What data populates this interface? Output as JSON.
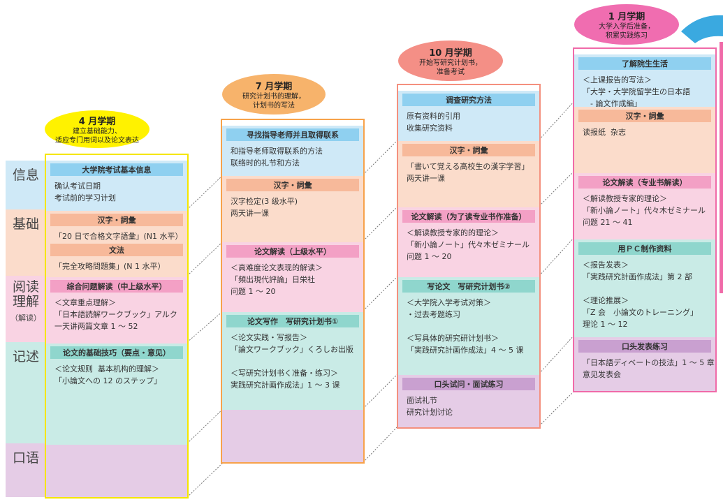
{
  "colors": {
    "info": "#cfe9f7",
    "info_bar": "#8fd0f0",
    "basic": "#fbdccb",
    "basic_bar": "#f7b99a",
    "read": "#f9d3e3",
    "read_bar": "#f3a0c5",
    "write": "#c9ebe6",
    "write_bar": "#8fd6cd",
    "oral": "#e5cce6",
    "oral_bar": "#c9a0d0"
  },
  "categories": [
    {
      "label": "信息",
      "sub": ""
    },
    {
      "label": "基础",
      "sub": ""
    },
    {
      "label": "阅读\n理解",
      "sub": "（解读）"
    },
    {
      "label": "记述",
      "sub": ""
    },
    {
      "label": "口语",
      "sub": ""
    }
  ],
  "terms": [
    {
      "title": "4 月学期",
      "subtitle": "建立基础能力、\n适应专门用词以及论文表达",
      "bubble_color": "#fff200",
      "border_color": "#f5e600",
      "sections": [
        {
          "heading": "大学院考试基本信息",
          "text": "确认考试日期\n考试前的学习计划"
        },
        {
          "heading": "汉字・詞彙",
          "text": "「20 日で合格文字語彙」(N1 水平）"
        },
        {
          "heading": "文法",
          "text": "「完全攻略問題集」(N 1 水平）"
        },
        {
          "heading": "综合问题解读（中上级水平）",
          "text": "＜文章重点理解＞\n「日本語読解ワークブック」アルク\n一天讲两篇文章 1 ～ 52"
        },
        {
          "heading": "论文的基础技巧（要点・意见）",
          "text": "＜论文规则  基本机构的理解＞\n「小論文への 12 のステップ」"
        },
        {
          "heading": "",
          "text": ""
        }
      ]
    },
    {
      "title": "7 月学期",
      "subtitle": "研究计划书的理解，\n计划书的写法",
      "bubble_color": "#f7b36b",
      "border_color": "#f7a24a",
      "sections": [
        {
          "heading": "寻找指导老师并且取得联系",
          "text": "和指导老师取得联系的方法\n联络时的礼节和方法"
        },
        {
          "heading": "汉字・詞彙",
          "text": "汉字检定(3 级水平)\n两天讲一课"
        },
        {
          "heading": "论文解读（上级水平）",
          "text": "＜高难度论文表现的解读＞\n「頻出現代評論」日栄社\n问题 1 ～ 20"
        },
        {
          "heading": "论文写作　写研究计划书①",
          "text": "＜论文实践・写报告＞\n「論文ワークブック」くろしお出版\n\n＜写研究计划书く准备・练习＞\n実践研究計画作成法」1 ～ 3 课"
        },
        {
          "heading": "",
          "text": ""
        }
      ]
    },
    {
      "title": "10 月学期",
      "subtitle": "开始写研究计划书，\n准备考试",
      "bubble_color": "#f48f86",
      "border_color": "#f4907e",
      "sections": [
        {
          "heading": "调查研究方法",
          "text": "原有资料的引用\n收集研究资料"
        },
        {
          "heading": "汉字・詞彙",
          "text": "「書いて覚える高校生の漢字学習」\n两天讲一课"
        },
        {
          "heading": "论文解读（为了读专业书作准备）",
          "text": "＜解读教授专家的的理论＞\n「新小論ノート」代々木ゼミナール\n问题 1 ～ 20"
        },
        {
          "heading": "写论文　写研究计划书②",
          "text": "＜大学院入学考试对策＞\n・过去考题练习\n\n＜写具体的研究研计划书＞\n「実践研究計画作成法」4 ～ 5 课"
        },
        {
          "heading": "口头试问・面试练习",
          "text": "面试礼节\n研究计划讨论"
        }
      ]
    },
    {
      "title": "1 月学期",
      "subtitle": "大学入学后准备，\n积累实践练习",
      "bubble_color": "#f06db0",
      "border_color": "#f06aa8",
      "sections": [
        {
          "heading": "了解院生生活",
          "text": "＜上课报告的写法＞\n「大学・大学院留学生の日本語\n　- 論文作成編」"
        },
        {
          "heading": "汉字・詞彙",
          "text": "读报纸  杂志"
        },
        {
          "heading": "论文解读（专业书解读）",
          "text": "＜解读教授专家的理论＞\n「新小論ノート」代々木ゼミナール\n问题 21 ～ 41"
        },
        {
          "heading": "用ＰＣ制作资料",
          "text": "＜报告发表＞\n「実践研究計画作成法」第 2 部\n\n＜理论推展＞\n「Z 会　小論文のトレーニング」\n理论 1 ～ 12"
        },
        {
          "heading": "口头发表练习",
          "text": "「日本語ディベートの技法」1 ～ 5 章\n意见发表会"
        }
      ]
    }
  ]
}
